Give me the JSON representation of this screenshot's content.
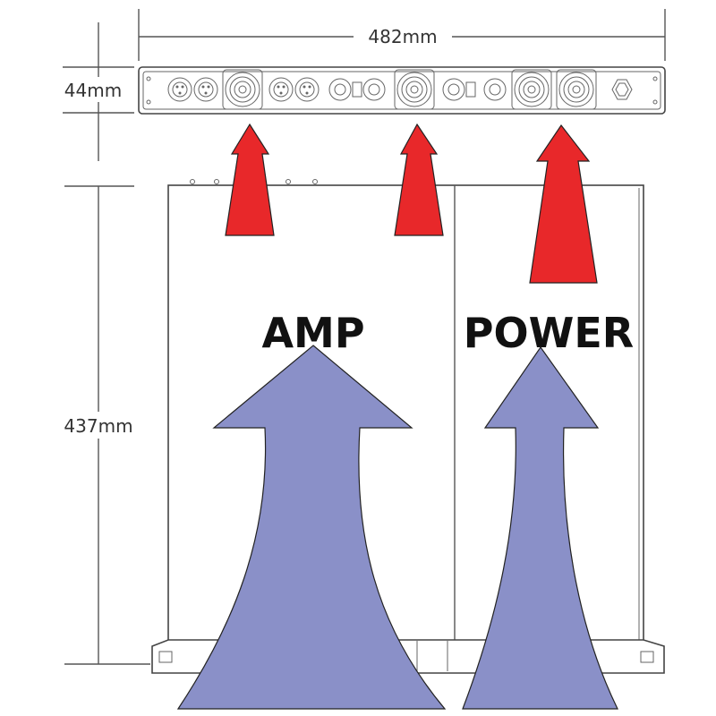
{
  "dimensions": {
    "width_label": "482mm",
    "height_label": "44mm",
    "depth_label": "437mm"
  },
  "sections": {
    "amp_label": "AMP",
    "power_label": "POWER"
  },
  "colors": {
    "exhaust_arrow": "#e8282a",
    "intake_arrow": "#8a90c8",
    "outline": "#444444"
  },
  "front_panel": {
    "connectors": [
      "xlr-icon",
      "xlr-icon",
      "fan-icon",
      "xlr-icon",
      "xlr-icon",
      "speakon-icon",
      "speakon-icon",
      "fan-icon",
      "speakon-icon",
      "speakon-icon",
      "fan-icon",
      "fan-icon",
      "power-inlet-icon"
    ]
  }
}
